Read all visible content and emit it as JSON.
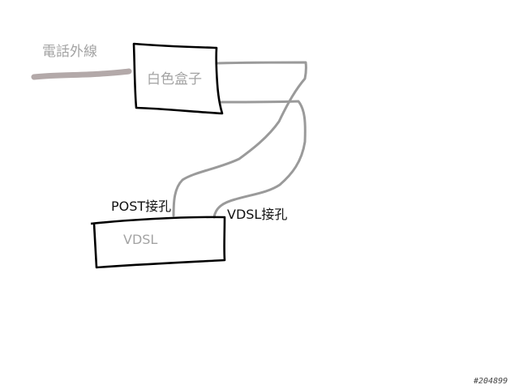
{
  "labels": {
    "phone_line": "電話外線",
    "white_box": "白色盒子",
    "modem": "VDSL",
    "post_port": "POST接孔",
    "vdsl_port": "VDSL接孔",
    "watermark": "#204899"
  },
  "colors": {
    "background": "#ffffff",
    "box_outline": "#000000",
    "wire": "#9a9a9a",
    "phone_cable": "#b3a9a9",
    "gray_text": "#a3a3a3",
    "dark_text": "#111111"
  }
}
